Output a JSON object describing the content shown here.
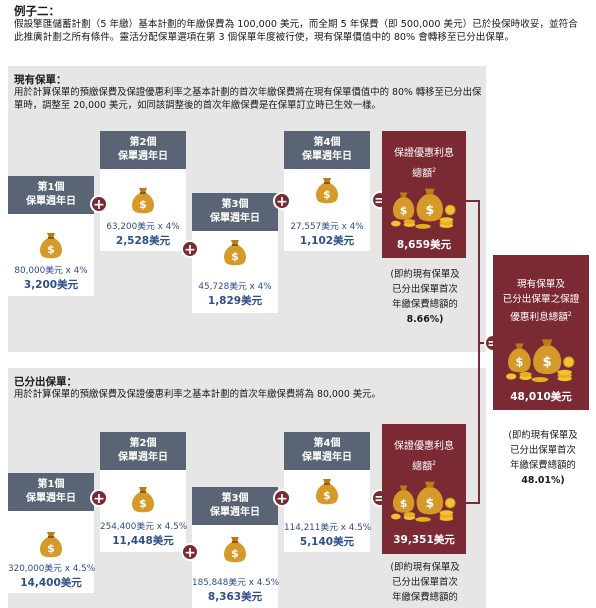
{
  "header": {
    "title": "例子二：",
    "intro": "假設擎匯儲蓄計劃（5 年繳）基本計劃的年繳保費為 100,000 美元，而全期 5 年保費（即 500,000 美元）已於投保時收妥，並符合此推廣計劃之所有條件。靈活分配保單選項在第 3 個保單年度被行使，現有保單價值中的 80% 會轉移至已分出保單。"
  },
  "existing": {
    "heading": "現有保單：",
    "desc": "用於計算保單的預繳保費及保證優惠利率之基本計劃的首次年繳保費將在現有保單價值中的 80% 轉移至已分出保單時，調整至 20,000 美元，如同該調整後的首次年繳保費是在保單訂立時已生效一樣。",
    "cards": [
      {
        "label1": "第1個",
        "label2": "保單週年日",
        "calc": "80,000美元 x 4%",
        "result": "3,200美元"
      },
      {
        "label1": "第2個",
        "label2": "保單週年日",
        "calc": "63,200美元 x 4%",
        "result": "2,528美元"
      },
      {
        "label1": "第3個",
        "label2": "保單週年日",
        "calc": "45,728美元 x 4%",
        "result": "1,829美元"
      },
      {
        "label1": "第4個",
        "label2": "保單週年日",
        "calc": "27,557美元 x 4%",
        "result": "1,102美元"
      }
    ],
    "sum": {
      "title1": "保證優惠利息",
      "title2": "總額",
      "sup": "2",
      "total": "8,659美元"
    },
    "note": {
      "l1": "(即約現有保單及",
      "l2": "已分出保單首次",
      "l3": "年繳保費總額的",
      "l4": "8.66%)"
    }
  },
  "split": {
    "heading": "已分出保單：",
    "desc": "用於計算保單的預繳保費及保證優惠利率之基本計劃的首次年繳保費將為 80,000 美元。",
    "cards": [
      {
        "label1": "第1個",
        "label2": "保單週年日",
        "calc": "320,000美元 x 4.5%",
        "result": "14,400美元"
      },
      {
        "label1": "第2個",
        "label2": "保單週年日",
        "calc": "254,400美元 x 4.5%",
        "result": "11,448美元"
      },
      {
        "label1": "第3個",
        "label2": "保單週年日",
        "calc": "185,848美元 x 4.5%",
        "result": "8,363美元"
      },
      {
        "label1": "第4個",
        "label2": "保單週年日",
        "calc": "114,211美元 x 4.5%",
        "result": "5,140美元"
      }
    ],
    "sum": {
      "title1": "保證優惠利息",
      "title2": "總額",
      "sup": "2",
      "total": "39,351美元"
    },
    "note": {
      "l1": "(即約現有保單及",
      "l2": "已分出保單首次",
      "l3": "年繳保費總額的"
    }
  },
  "combined": {
    "title1": "現有保單及",
    "title2": "已分出保單之保證",
    "title3": "優惠利息總額",
    "sup": "2",
    "total": "48,010美元",
    "note": {
      "l1": "(即約現有保單及",
      "l2": "已分出保單首次",
      "l3": "年繳保費總額的",
      "l4": "48.01%)"
    }
  },
  "colors": {
    "accent": "#7b2a34",
    "tab": "#5a6474",
    "value_text": "#2e4e8c",
    "panel": "#e6e6e6",
    "bag": "#d69a2a",
    "coin": "#f2c231"
  },
  "operators": {
    "plus": "+",
    "equals": "="
  },
  "icons": {
    "money_bag": "money-bag-icon",
    "coins": "coin-stack-icon"
  }
}
